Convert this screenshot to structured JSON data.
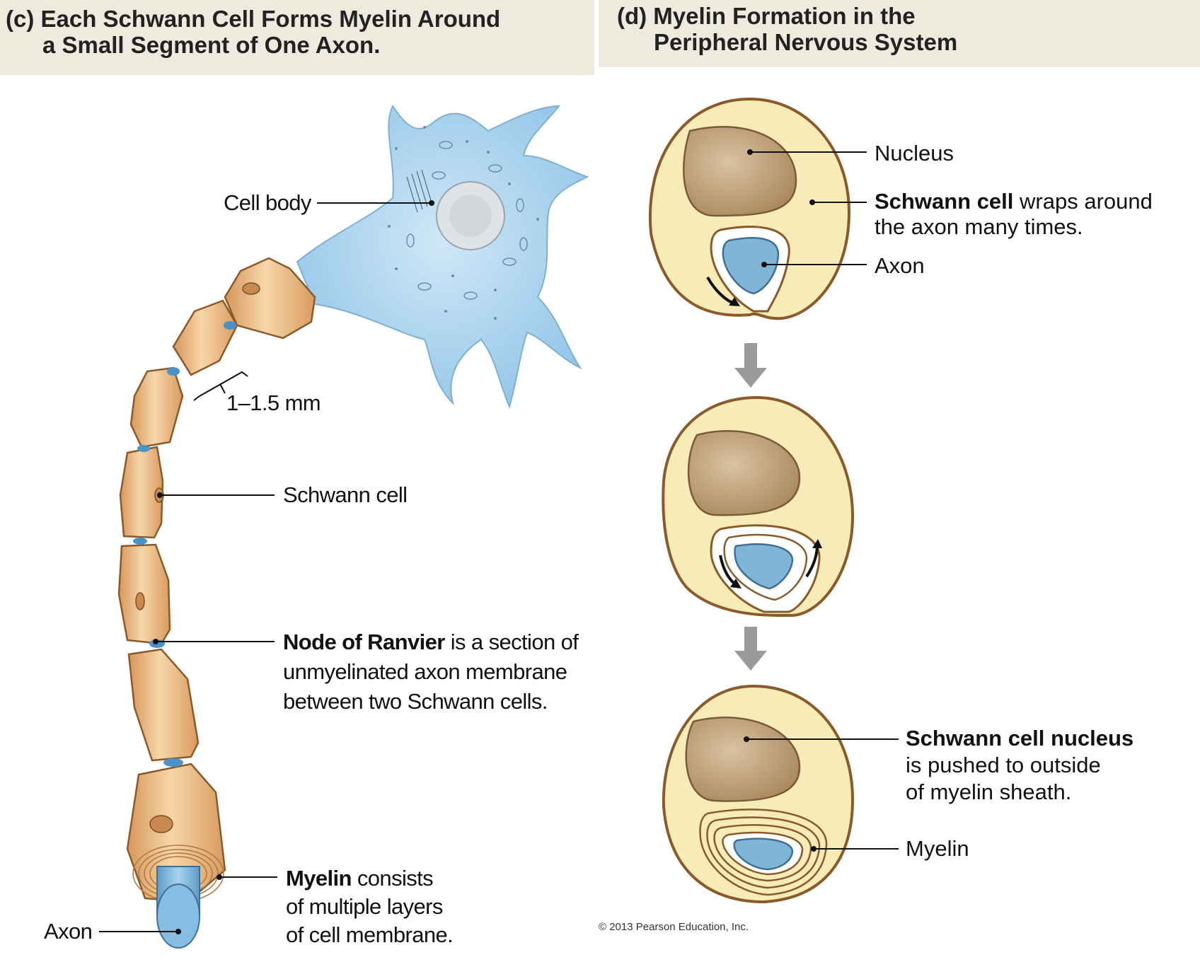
{
  "panel_c": {
    "title_line1": "(c) Each Schwann Cell Forms Myelin Around",
    "title_line2": "a Small Segment of One Axon.",
    "labels": {
      "cell_body": "Cell body",
      "internode_length": "1–1.5 mm",
      "schwann_cell": "Schwann cell",
      "node_bold": "Node of Ranvier",
      "node_rest1": " is a section of",
      "node_line2": "unmyelinated axon membrane",
      "node_line3": "between two Schwann cells.",
      "myelin_bold": "Myelin",
      "myelin_rest1": " consists",
      "myelin_line2": "of multiple layers",
      "myelin_line3": "of cell membrane.",
      "axon": "Axon"
    }
  },
  "panel_d": {
    "title_line1": "(d) Myelin Formation in the",
    "title_line2": "Peripheral Nervous System",
    "labels": {
      "nucleus": "Nucleus",
      "schwann_bold": "Schwann cell",
      "schwann_rest1": " wraps around",
      "schwann_line2": "the axon many times.",
      "axon": "Axon",
      "nucleus_bold": "Schwann cell nucleus",
      "nucleus_line2": "is pushed to outside",
      "nucleus_line3": "of myelin sheath.",
      "myelin": "Myelin"
    }
  },
  "copyright": "© 2013 Pearson Education, Inc.",
  "colors": {
    "header_bg": "#eeeade",
    "schwann_tan": "#e6b47c",
    "schwann_outline": "#8a5a2a",
    "axon_blue": "#7fb6d8",
    "cell_body_blue": "#a9d3ef",
    "cytoplasm_yellow": "#f7ecb8",
    "nucleus_brown": "#b99a73",
    "arrow_gray": "#9a9a9a"
  }
}
